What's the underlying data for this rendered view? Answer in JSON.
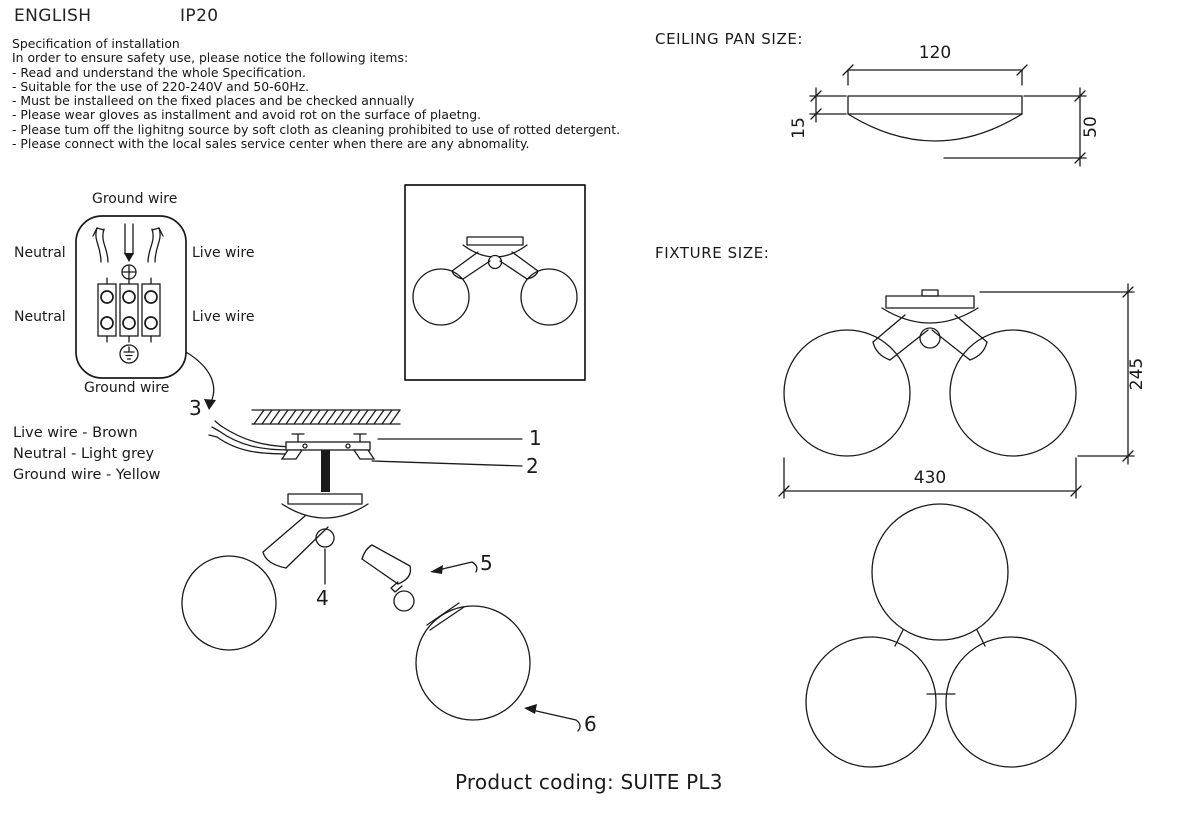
{
  "header": {
    "language": "ENGLISH",
    "ip_rating": "IP20"
  },
  "spec": {
    "title": "Specification of installation",
    "intro": "In order to ensure safety use, please notice the following items:",
    "items": [
      "- Read and understand the whole Specification.",
      "- Suitable for the use of 220-240V and 50-60Hz.",
      "- Must be installeed on the fixed places and be checked annually",
      "- Please wear gloves as installment and avoid rot on the surface of plaetng.",
      "- Please tum off the lighitng source by soft cloth as cleaning prohibited to use of rotted detergent.",
      "- Please connect with the local sales service center when there are any abnomality."
    ]
  },
  "wiring": {
    "ground_wire_top": "Ground wire",
    "neutral_top": "Neutral",
    "live_top": "Live wire",
    "neutral_bottom": "Neutral",
    "live_bottom": "Live wire",
    "ground_wire_bottom": "Ground wire",
    "legend": [
      "Live wire - Brown",
      "Neutral - Light grey",
      "Ground wire - Yellow"
    ]
  },
  "callouts": {
    "c1": "1",
    "c2": "2",
    "c3": "3",
    "c4": "4",
    "c5": "5",
    "c6": "6"
  },
  "sections": {
    "ceiling_pan_size": "CEILING PAN SIZE:",
    "fixture_size": "FIXTURE SIZE:"
  },
  "dimensions": {
    "pan_width": "120",
    "pan_rim_height": "15",
    "pan_height": "50",
    "fixture_height": "245",
    "fixture_width": "430"
  },
  "footer": {
    "product_coding": "Product coding: SUITE PL3"
  },
  "colors": {
    "ink": "#1a1a1a",
    "background": "#ffffff"
  }
}
